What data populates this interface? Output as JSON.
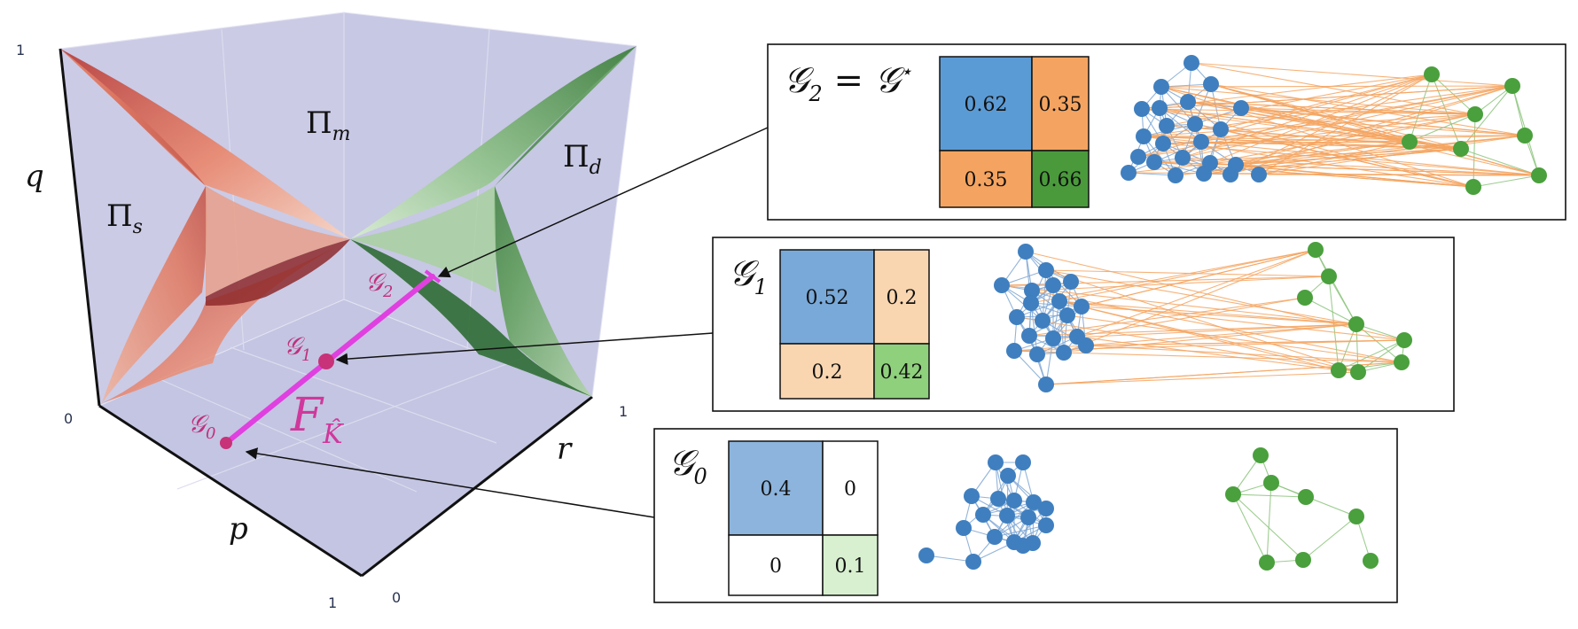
{
  "colors": {
    "wall": "#c8c9e4",
    "floor": "#c4c6e2",
    "red_surface": "#c0504d",
    "green_surface": "#4f8f4f",
    "path": "#e040e0",
    "point": "#c83278",
    "blue_node": "#3f7fbf",
    "green_node": "#4aa03c",
    "orange_edge": "#f4a460",
    "blue_edge": "#7fa7d4",
    "green_edge": "#8cc47c"
  },
  "cube": {
    "axis_labels": {
      "q": "q",
      "p": "p",
      "r": "r"
    },
    "ticks": {
      "q_top": "1",
      "q_bottom": "0",
      "p_end": "1",
      "r_start": "0",
      "r_end": "1"
    },
    "regions": {
      "s": "Π",
      "s_sub": "s",
      "m": "Π",
      "m_sub": "m",
      "d": "Π",
      "d_sub": "d"
    },
    "path_label": {
      "main": "F",
      "sub": "K̂"
    },
    "points": [
      {
        "label": "𝒢",
        "sub": "0"
      },
      {
        "label": "𝒢",
        "sub": "1"
      },
      {
        "label": "𝒢",
        "sub": "2"
      }
    ]
  },
  "panels": {
    "g2": {
      "label": "𝒢",
      "sub": "2",
      "suffix": " = 𝒢",
      "star": "⋆",
      "matrix": [
        "0.62",
        "0.35",
        "0.35",
        "0.66"
      ],
      "colors": [
        "#5b9bd5",
        "#f4a460",
        "#f4a460",
        "#4a9a3c"
      ]
    },
    "g1": {
      "label": "𝒢",
      "sub": "1",
      "matrix": [
        "0.52",
        "0.2",
        "0.2",
        "0.42"
      ],
      "colors": [
        "#79a9d8",
        "#f9d6b0",
        "#f9d6b0",
        "#8fd07c"
      ]
    },
    "g0": {
      "label": "𝒢",
      "sub": "0",
      "matrix": [
        "0.4",
        "0",
        "0",
        "0.1"
      ],
      "colors": [
        "#8cb4dc",
        "#ffffff",
        "#ffffff",
        "#d8f0d0"
      ]
    }
  }
}
